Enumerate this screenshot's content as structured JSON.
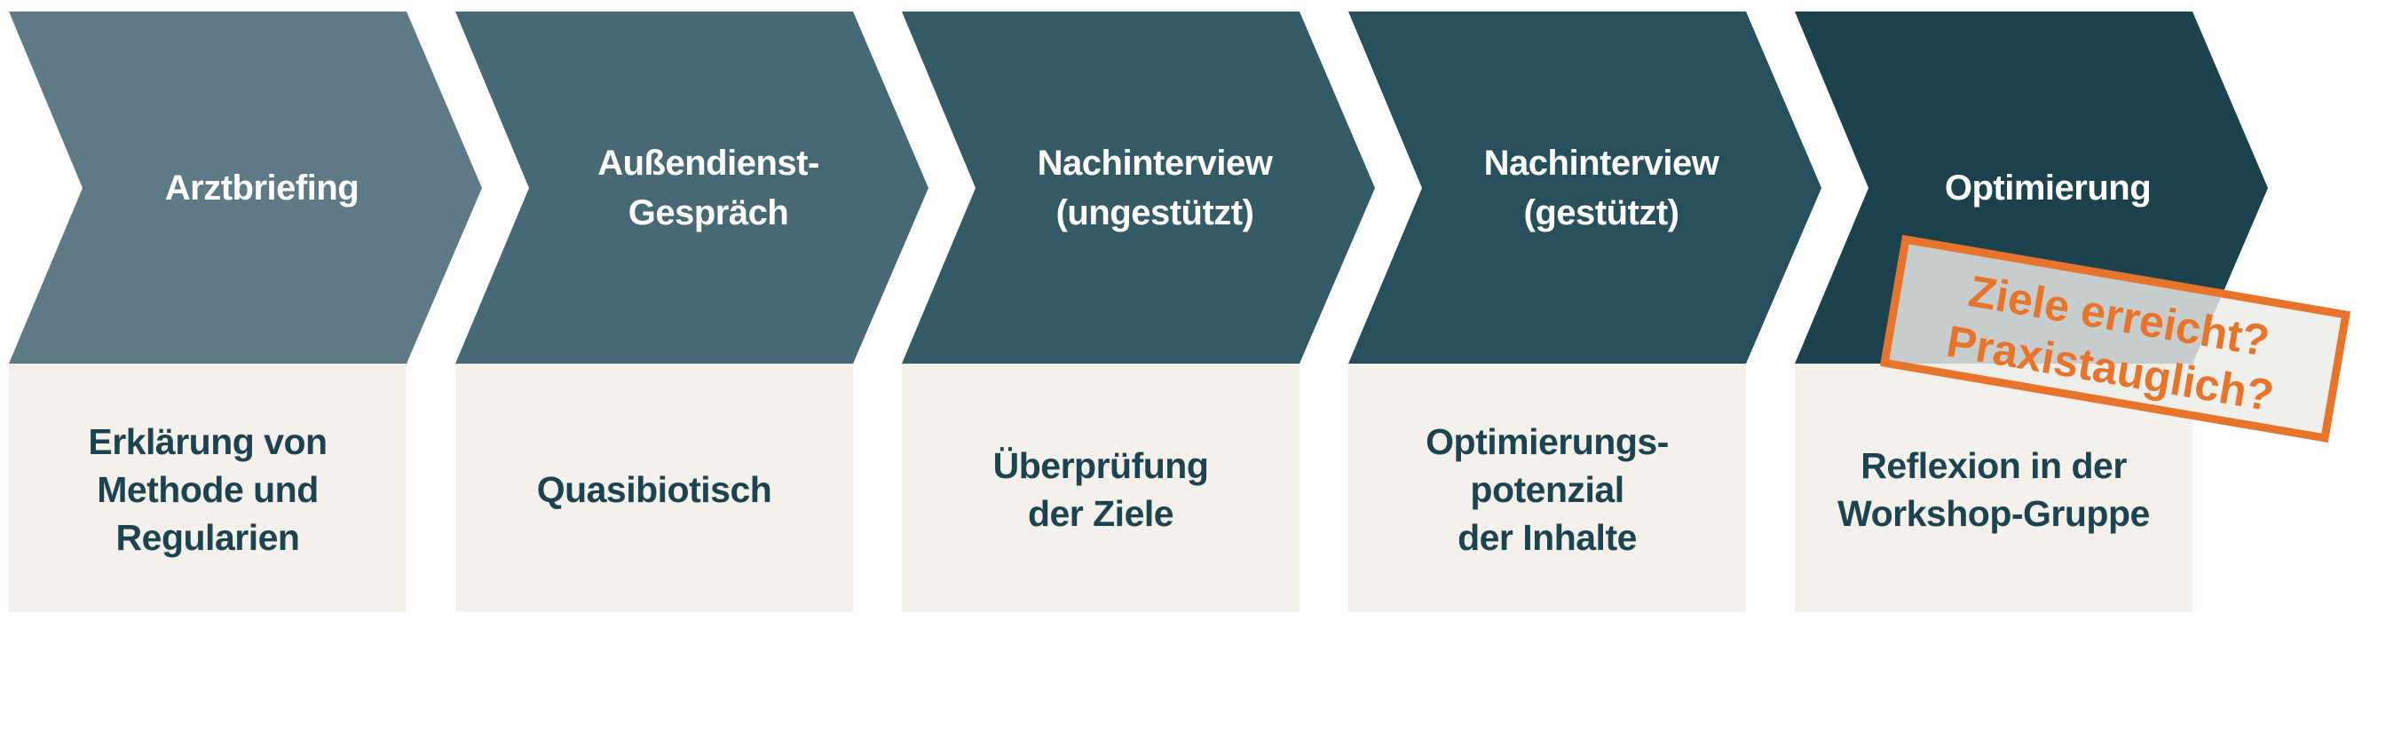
{
  "steps": [
    {
      "title": [
        "Arztbriefing"
      ],
      "description": [
        "Erklärung von",
        "Methode und",
        "Regularien"
      ],
      "color": "#5e7a86"
    },
    {
      "title": [
        "Außendienst-",
        "Gespräch"
      ],
      "description": [
        "Quasibiotisch"
      ],
      "color": "#476875"
    },
    {
      "title": [
        "Nachinterview",
        "(ungestützt)"
      ],
      "description": [
        "Überprüfung",
        "der Ziele"
      ],
      "color": "#345a66"
    },
    {
      "title": [
        "Nachinterview",
        "(gestützt)"
      ],
      "description": [
        "Optimierungs-",
        "potenzial",
        "der Inhalte"
      ],
      "color": "#28505c"
    },
    {
      "title": [
        "Optimierung"
      ],
      "description": [
        "Reflexion in der",
        "Workshop-Gruppe"
      ],
      "color": "#1c424e"
    }
  ],
  "box_color": "#f4f1ec",
  "stamp": {
    "lines": [
      "Ziele erreicht?",
      "Praxistauglich?"
    ],
    "color": "#e8732a"
  }
}
